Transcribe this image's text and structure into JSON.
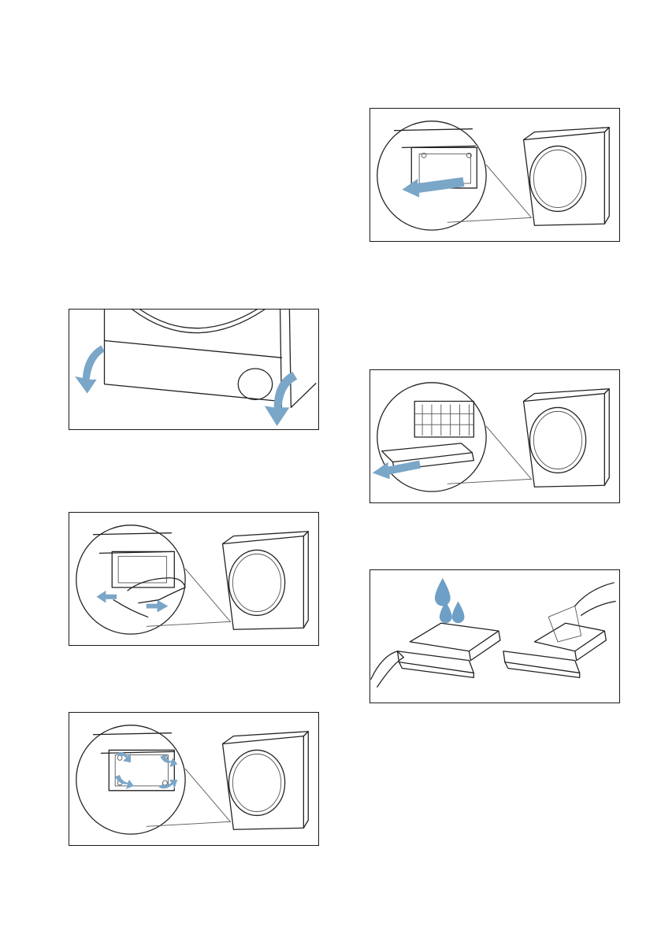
{
  "page": {
    "background": "#ffffff"
  },
  "colors": {
    "arrow": "#7aa6c8",
    "line": "#222222",
    "frame": "#1a1a1a"
  },
  "figures": [
    {
      "id": "open-service-flap",
      "icons": [
        "curved-arrow-icon",
        "curved-arrow-icon"
      ]
    },
    {
      "id": "drain-water-residue",
      "icons": [
        "double-arrow-icon"
      ]
    },
    {
      "id": "release-locking-levers",
      "icons": [
        "rotate-arrow-icon"
      ]
    },
    {
      "id": "remove-cover",
      "icons": [
        "pull-arrow-icon"
      ]
    },
    {
      "id": "pull-out-heat-exchanger",
      "icons": [
        "pull-arrow-icon"
      ]
    },
    {
      "id": "rinse-and-clean-filter",
      "icons": [
        "water-drop-icon",
        "water-drop-icon",
        "water-drop-icon"
      ]
    }
  ]
}
